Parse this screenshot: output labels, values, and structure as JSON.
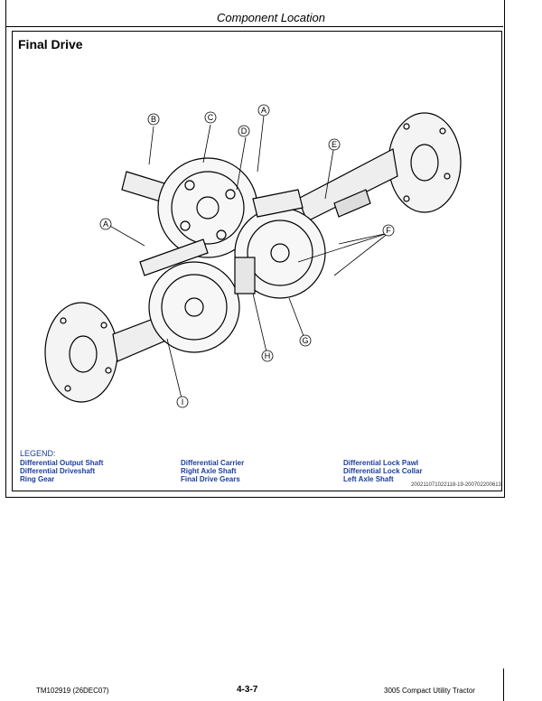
{
  "header": {
    "section": "Component Location"
  },
  "figure": {
    "title": "Final Drive",
    "callouts": [
      "A",
      "B",
      "C",
      "D",
      "E",
      "F",
      "G",
      "H",
      "I"
    ],
    "legend_title": "LEGEND:",
    "legend": [
      {
        "label": "Differential Output Shaft"
      },
      {
        "label": "Differential Driveshaft"
      },
      {
        "label": "Ring Gear"
      },
      {
        "label": "Differential Carrier"
      },
      {
        "label": "Right Axle Shaft"
      },
      {
        "label": "Final Drive Gears"
      },
      {
        "label": "Differential Lock Pawl"
      },
      {
        "label": "Differential Lock Collar"
      },
      {
        "label": "Left Axle Shaft"
      }
    ],
    "image_id": "200211071022118-19-200702200613"
  },
  "footer": {
    "doc_id": "TM102919 (26DEC07)",
    "page": "4-3-7",
    "product": "3005 Compact Utility Tractor"
  }
}
